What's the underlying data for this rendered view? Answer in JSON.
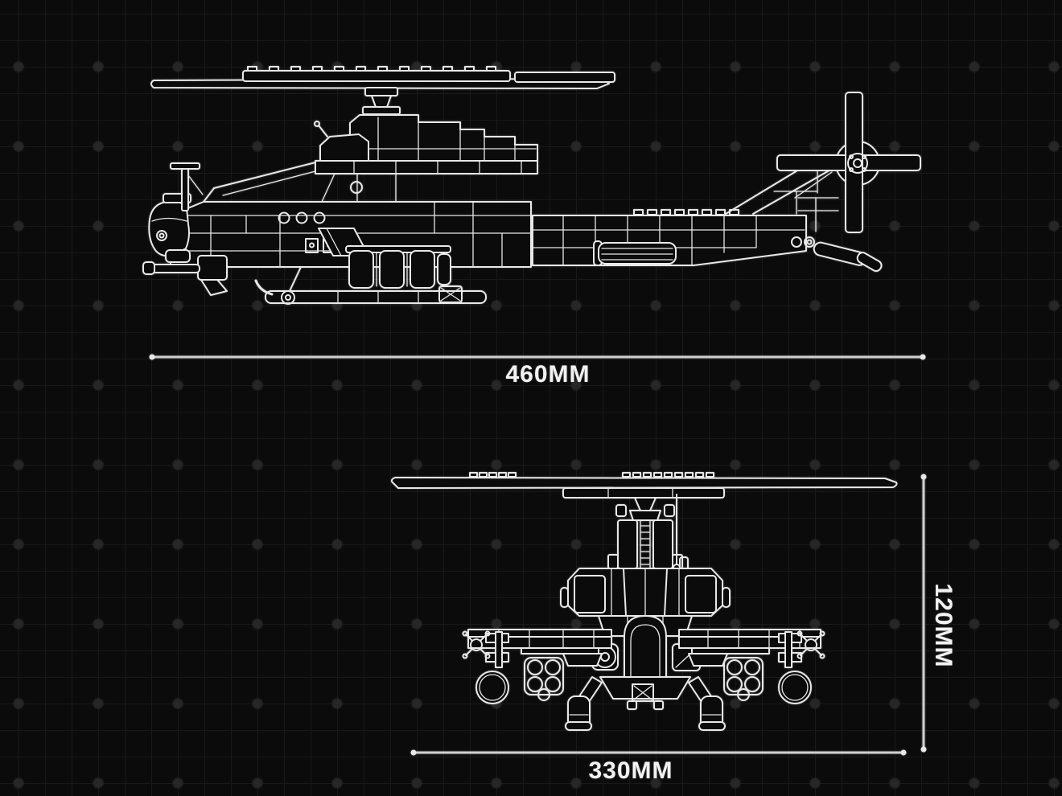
{
  "scene": {
    "description": "Blueprint-style white line drawing of a brick-built attack helicopter on a dark grid backdrop, shown in side view and front view with dimension annotations",
    "views": {
      "side": {
        "name": "helicopter-side-view"
      },
      "front": {
        "name": "helicopter-front-view"
      }
    }
  },
  "dimensions": {
    "length": {
      "label": "460MM"
    },
    "width": {
      "label": "330MM"
    },
    "height": {
      "label": "120MM"
    }
  },
  "colors": {
    "background": "#0b0b0b",
    "grid_line": "#191919",
    "grid_node": "#272727",
    "line_art": "#e8e8e8",
    "dimension_line": "#cfcfcf",
    "label_text": "#f2f2f2"
  }
}
